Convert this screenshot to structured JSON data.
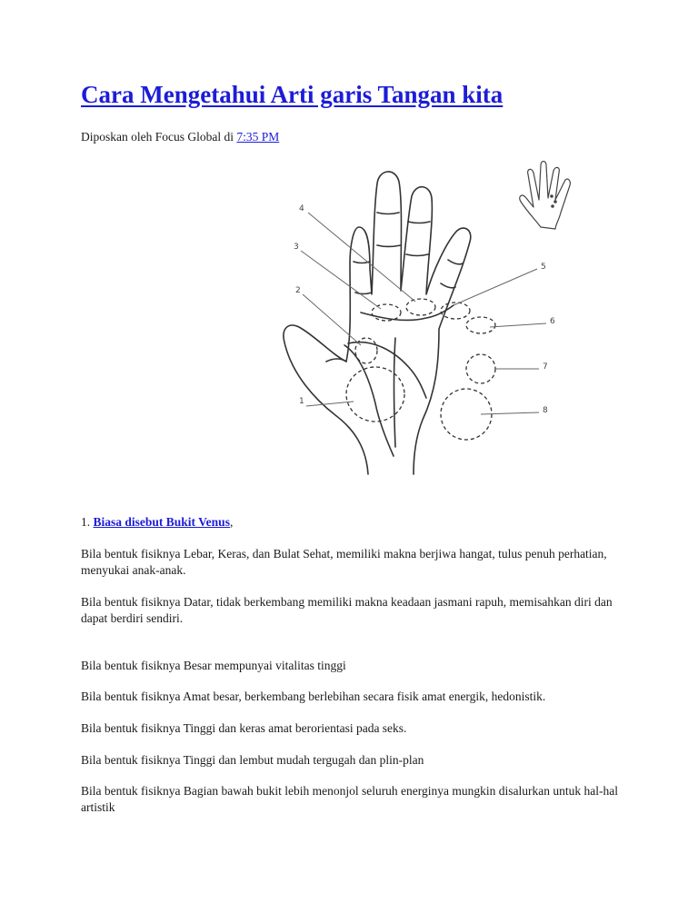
{
  "post": {
    "title": "Cara Mengetahui Arti garis Tangan kita",
    "byline_prefix": "Diposkan oleh Focus Global di ",
    "byline_time": "7:35 PM"
  },
  "figure": {
    "labels": [
      "1",
      "2",
      "3",
      "4",
      "5",
      "6",
      "7",
      "8"
    ]
  },
  "content": {
    "item1_number": "1. ",
    "item1_link": "Biasa disebut Bukit Venus",
    "item1_suffix": ",",
    "paragraphs": [
      "Bila bentuk fisiknya Lebar, Keras, dan Bulat Sehat, memiliki makna berjiwa hangat, tulus penuh perhatian, menyukai anak-anak.",
      "Bila bentuk fisiknya Datar, tidak berkembang memiliki makna keadaan jasmani rapuh, memisahkan diri dan dapat berdiri sendiri.",
      "Bila bentuk fisiknya Besar mempunyai vitalitas tinggi",
      "Bila bentuk fisiknya Amat besar, berkembang berlebihan secara fisik amat energik, hedonistik.",
      "Bila bentuk fisiknya Tinggi dan keras amat berorientasi pada seks.",
      "Bila bentuk fisiknya Tinggi dan lembut mudah tergugah dan plin-plan",
      "Bila bentuk fisiknya Bagian bawah bukit lebih menonjol seluruh energinya mungkin disalurkan untuk hal-hal artistik"
    ]
  }
}
